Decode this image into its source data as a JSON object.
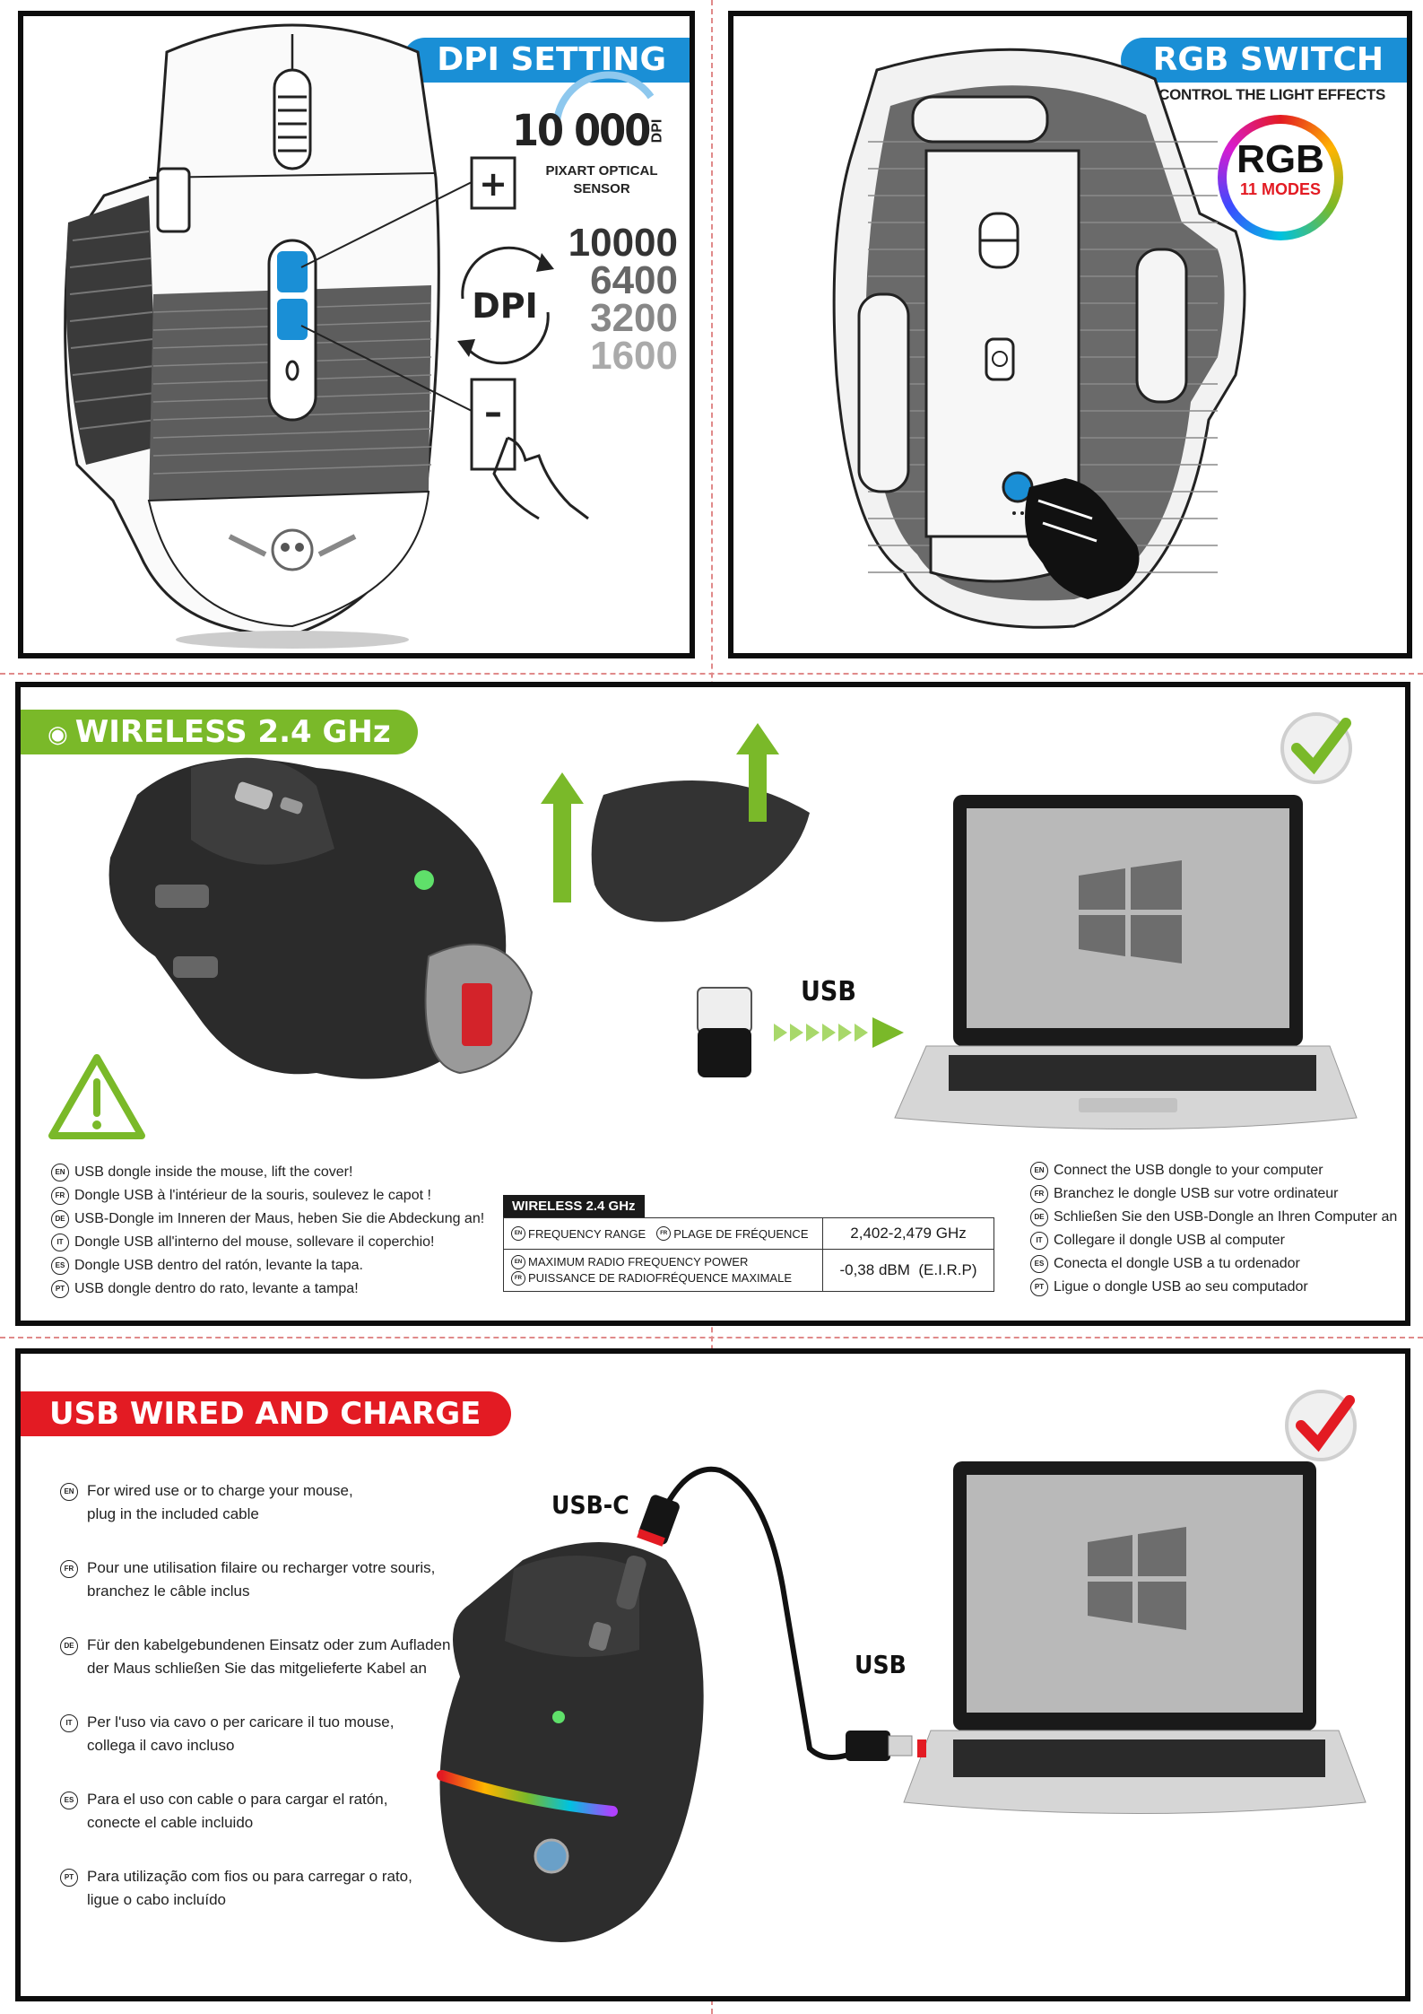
{
  "dpi_panel": {
    "title": "DPI SETTING",
    "sensor_value": "10 000",
    "sensor_unit": "DPI",
    "sensor_caption": [
      "PIXART OPTICAL",
      "SENSOR"
    ],
    "plus_symbol": "+",
    "minus_symbol": "–",
    "dpi_badge": "DPI",
    "dpi_levels": [
      "10000",
      "6400",
      "3200",
      "1600"
    ]
  },
  "rgb_panel": {
    "title": "RGB SWITCH",
    "subtitle": "CONTROL THE LIGHT EFFECTS",
    "badge_title": "RGB",
    "badge_sub": "11 MODES"
  },
  "wireless_panel": {
    "title": "WIRELESS 2.4 GHz",
    "usb_label": "USB",
    "left_instructions": [
      {
        "lang": "EN",
        "text": "USB dongle inside the mouse, lift the cover!"
      },
      {
        "lang": "FR",
        "text": "Dongle USB à l'intérieur de la souris, soulevez le capot !"
      },
      {
        "lang": "DE",
        "text": "USB-Dongle im Inneren der Maus, heben Sie die Abdeckung an!"
      },
      {
        "lang": "IT",
        "text": "Dongle USB all'interno del mouse, sollevare il coperchio!"
      },
      {
        "lang": "ES",
        "text": "Dongle USB dentro del ratón, levante la tapa."
      },
      {
        "lang": "PT",
        "text": "USB dongle dentro do rato, levante a tampa!"
      }
    ],
    "spec_table": {
      "header": "WIRELESS 2.4 GHz",
      "rows": [
        {
          "label_en": "FREQUENCY RANGE",
          "label_fr": "PLAGE DE FRÉQUENCE",
          "value": "2,402-2,479 GHz"
        },
        {
          "label_en": "MAXIMUM RADIO FREQUENCY POWER",
          "label_fr": "PUISSANCE DE RADIOFRÉQUENCE MAXIMALE",
          "value": "-0,38 dBM  (E.I.R.P)"
        }
      ]
    },
    "right_instructions": [
      {
        "lang": "EN",
        "text": "Connect the USB dongle to your computer"
      },
      {
        "lang": "FR",
        "text": "Branchez le dongle USB sur votre ordinateur"
      },
      {
        "lang": "DE",
        "text": "Schließen Sie den USB-Dongle an Ihren Computer an"
      },
      {
        "lang": "IT",
        "text": "Collegare il dongle USB al computer"
      },
      {
        "lang": "ES",
        "text": "Conecta el dongle USB a tu ordenador"
      },
      {
        "lang": "PT",
        "text": "Ligue o dongle USB ao seu computador"
      }
    ]
  },
  "wired_panel": {
    "title": "USB WIRED AND CHARGE",
    "usbc_label": "USB-C",
    "usb_label": "USB",
    "instructions": [
      {
        "lang": "EN",
        "line1": "For wired use or to charge your mouse,",
        "line2": "plug in the included cable"
      },
      {
        "lang": "FR",
        "line1": "Pour une utilisation filaire ou recharger votre souris,",
        "line2": "branchez le câble inclus"
      },
      {
        "lang": "DE",
        "line1": "Für den kabelgebundenen Einsatz oder zum Aufladen",
        "line2": "der Maus schließen Sie das mitgelieferte Kabel an"
      },
      {
        "lang": "IT",
        "line1": "Per l'uso via cavo o per caricare il tuo mouse,",
        "line2": "collega il cavo incluso"
      },
      {
        "lang": "ES",
        "line1": "Para el uso con cable o para cargar el ratón,",
        "line2": "conecte el cable incluido"
      },
      {
        "lang": "PT",
        "line1": "Para utilização com fios ou para carregar o rato,",
        "line2": "ligue o cabo incluído"
      }
    ]
  },
  "colors": {
    "blue": "#1a8fd6",
    "green": "#7ab929",
    "red": "#e31b23",
    "black": "#0d0d0d"
  }
}
